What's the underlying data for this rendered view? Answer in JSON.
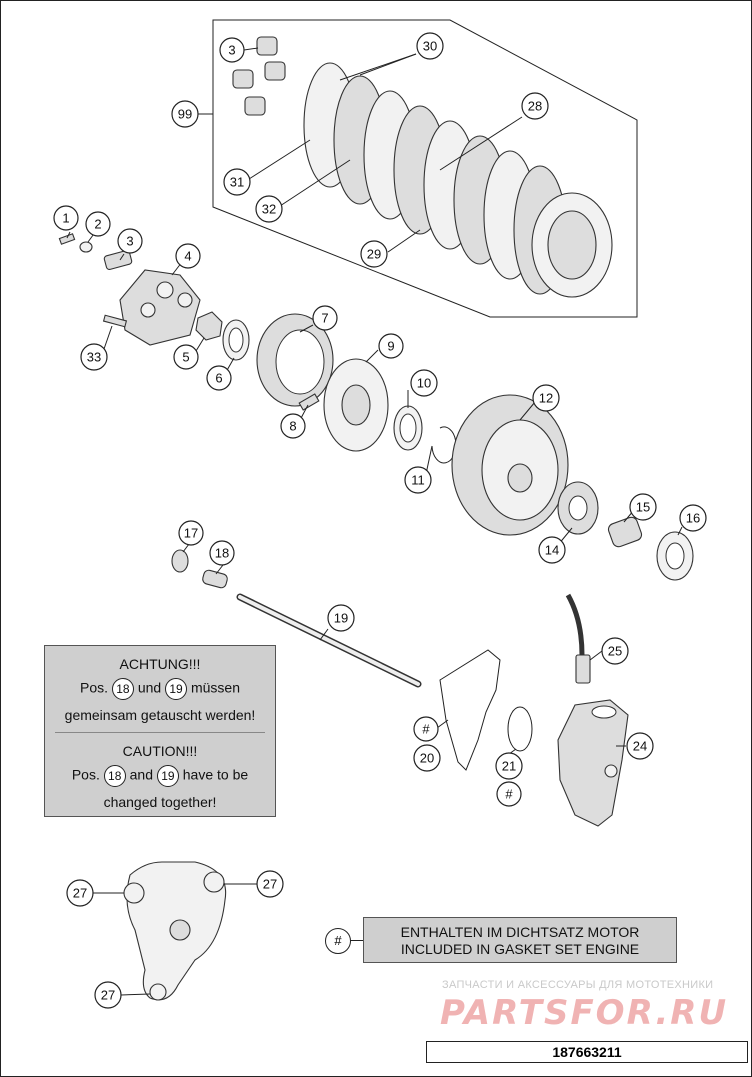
{
  "callouts": {
    "c1": "1",
    "c2": "2",
    "c3a": "3",
    "c3b": "3",
    "c4": "4",
    "c5": "5",
    "c6": "6",
    "c7": "7",
    "c8": "8",
    "c9": "9",
    "c10": "10",
    "c11": "11",
    "c12": "12",
    "c14": "14",
    "c15": "15",
    "c16": "16",
    "c17": "17",
    "c18": "18",
    "c19": "19",
    "c20": "20",
    "c21": "21",
    "c24": "24",
    "c25": "25",
    "c27a": "27",
    "c27b": "27",
    "c27c": "27",
    "c28": "28",
    "c29": "29",
    "c30": "30",
    "c31": "31",
    "c32": "32",
    "c33": "33",
    "c99": "99",
    "h20": "#",
    "h21": "#"
  },
  "warning": {
    "de_title": "ACHTUNG!!!",
    "de_pre": "Pos.",
    "de_num1": "18",
    "de_mid": "und",
    "de_num2": "19",
    "de_post": "müssen",
    "de_line2": "gemeinsam getauscht werden!",
    "en_title": "CAUTION!!!",
    "en_pre": "Pos.",
    "en_num1": "18",
    "en_mid": "and",
    "en_num2": "19",
    "en_post": "have to be",
    "en_line2": "changed together!"
  },
  "gasket_note": {
    "symbol": "#",
    "line1": "ENTHALTEN IM DICHTSATZ MOTOR",
    "line2": "INCLUDED IN GASKET SET ENGINE"
  },
  "watermark": {
    "line1": "ЗАПЧАСТИ И АКСЕССУАРЫ ДЛЯ МОТОТЕХНИКИ",
    "line2": "PARTSFOR.RU"
  },
  "reference_number": "187663211"
}
